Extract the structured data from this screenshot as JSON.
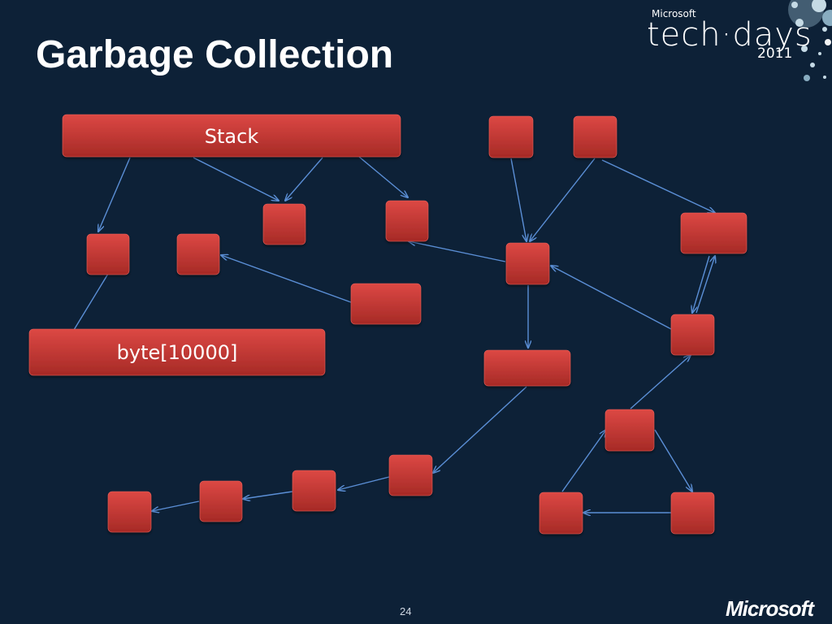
{
  "slide": {
    "title": "Garbage Collection",
    "page_number": "24",
    "brand": {
      "top_small": "Microsoft",
      "event": "tech·days",
      "year": "2011",
      "bottom_logo": "Microsoft"
    }
  },
  "diagram": {
    "stack_label": "Stack",
    "byte_array_label": "byte[10000]"
  },
  "colors": {
    "background": "#0d2137",
    "box_top": "#d9443f",
    "box_bottom": "#a72b27",
    "arrow": "#5b8fd6",
    "text": "#ffffff"
  }
}
